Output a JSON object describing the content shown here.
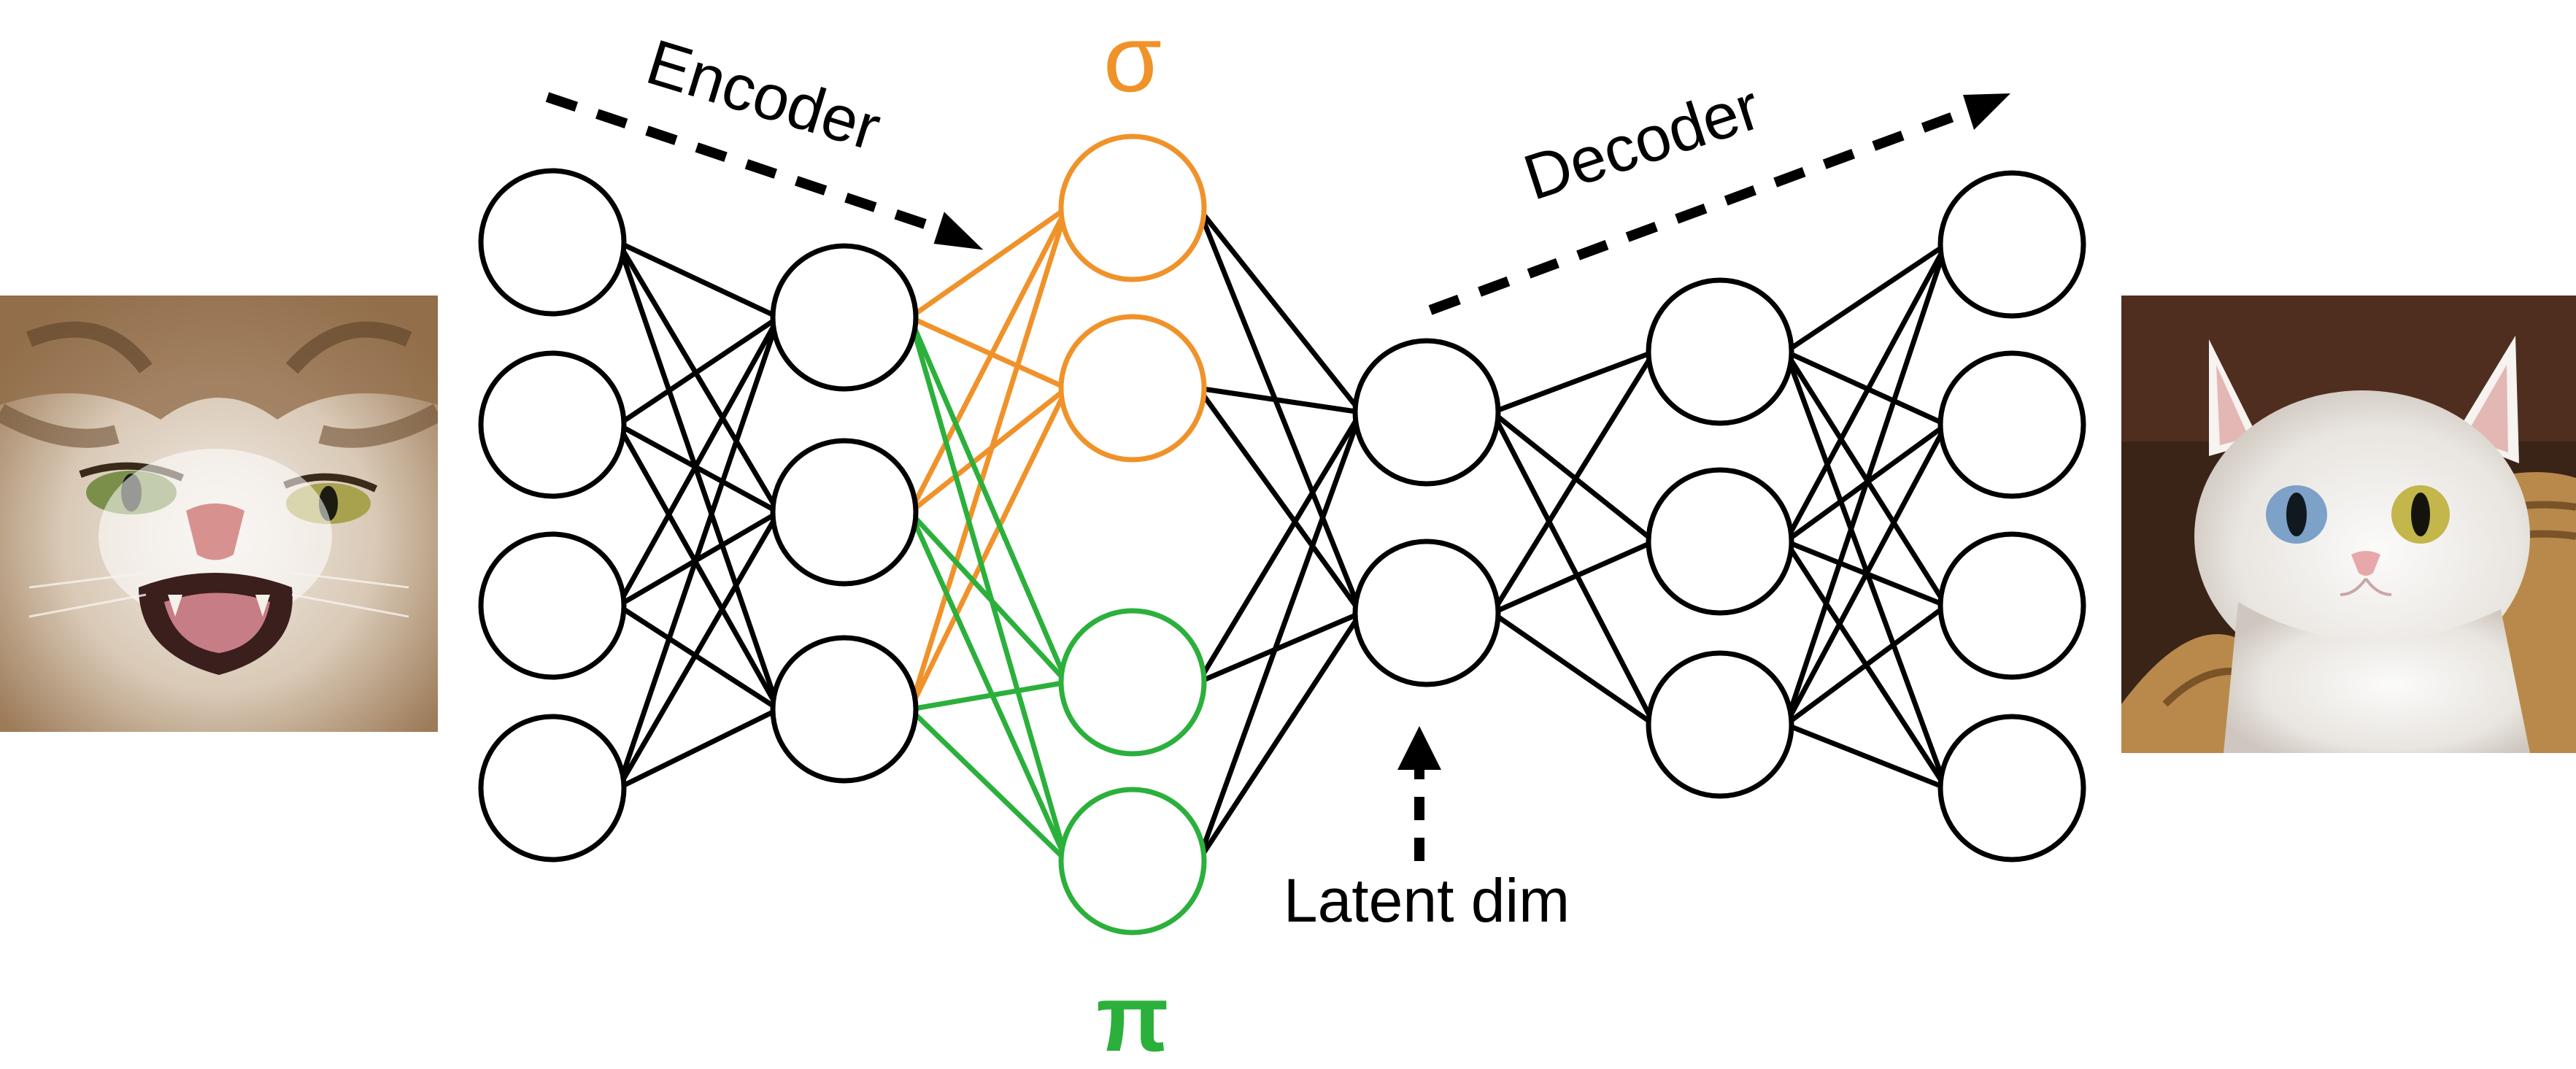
{
  "labels": {
    "encoder": "Encoder",
    "decoder": "Decoder",
    "sigma": "σ",
    "pi": "π",
    "latent": "Latent dim"
  },
  "colors": {
    "neutral": "#000000",
    "sigma": "#f0922a",
    "pi": "#2bb03b"
  },
  "images": {
    "input": "angry tabby-and-white cat photo",
    "output": "white cat with heterochromatic eyes photo"
  },
  "network": {
    "layers": [
      {
        "id": "encoder-input",
        "count": 4,
        "color": "neutral"
      },
      {
        "id": "encoder-hidden",
        "count": 3,
        "color": "neutral"
      },
      {
        "id": "sigma",
        "count": 2,
        "color": "sigma"
      },
      {
        "id": "pi",
        "count": 2,
        "color": "pi"
      },
      {
        "id": "latent",
        "count": 2,
        "color": "neutral"
      },
      {
        "id": "decoder-hidden",
        "count": 3,
        "color": "neutral"
      },
      {
        "id": "decoder-output",
        "count": 4,
        "color": "neutral"
      }
    ],
    "connections": [
      {
        "from": "encoder-input",
        "to": "encoder-hidden",
        "color": "neutral"
      },
      {
        "from": "encoder-hidden",
        "to": "sigma",
        "color": "sigma"
      },
      {
        "from": "encoder-hidden",
        "to": "pi",
        "color": "pi"
      },
      {
        "from": "sigma",
        "to": "latent",
        "color": "neutral"
      },
      {
        "from": "pi",
        "to": "latent",
        "color": "neutral"
      },
      {
        "from": "latent",
        "to": "decoder-hidden",
        "color": "neutral"
      },
      {
        "from": "decoder-hidden",
        "to": "decoder-output",
        "color": "neutral"
      }
    ]
  }
}
